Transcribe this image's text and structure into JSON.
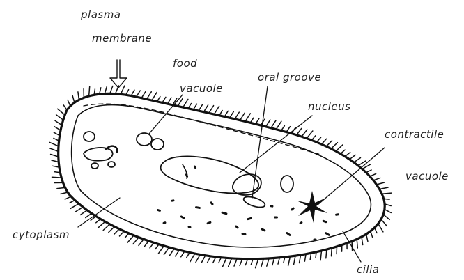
{
  "labels": {
    "plasma_membrane_line1": "plasma",
    "plasma_membrane_line2": "membrane",
    "food_vacuole_line1": "food",
    "food_vacuole_line2": "vacuole",
    "oral_groove": "oral groove",
    "nucleus": "nucleus",
    "contractile_vacuole_line1": "contractile",
    "contractile_vacuole_line2": "vacuole",
    "cytoplasm": "cytoplasm",
    "cilia": "cilia"
  },
  "colors": {
    "ink": "#111111",
    "label": "#222222",
    "background": "#ffffff"
  }
}
